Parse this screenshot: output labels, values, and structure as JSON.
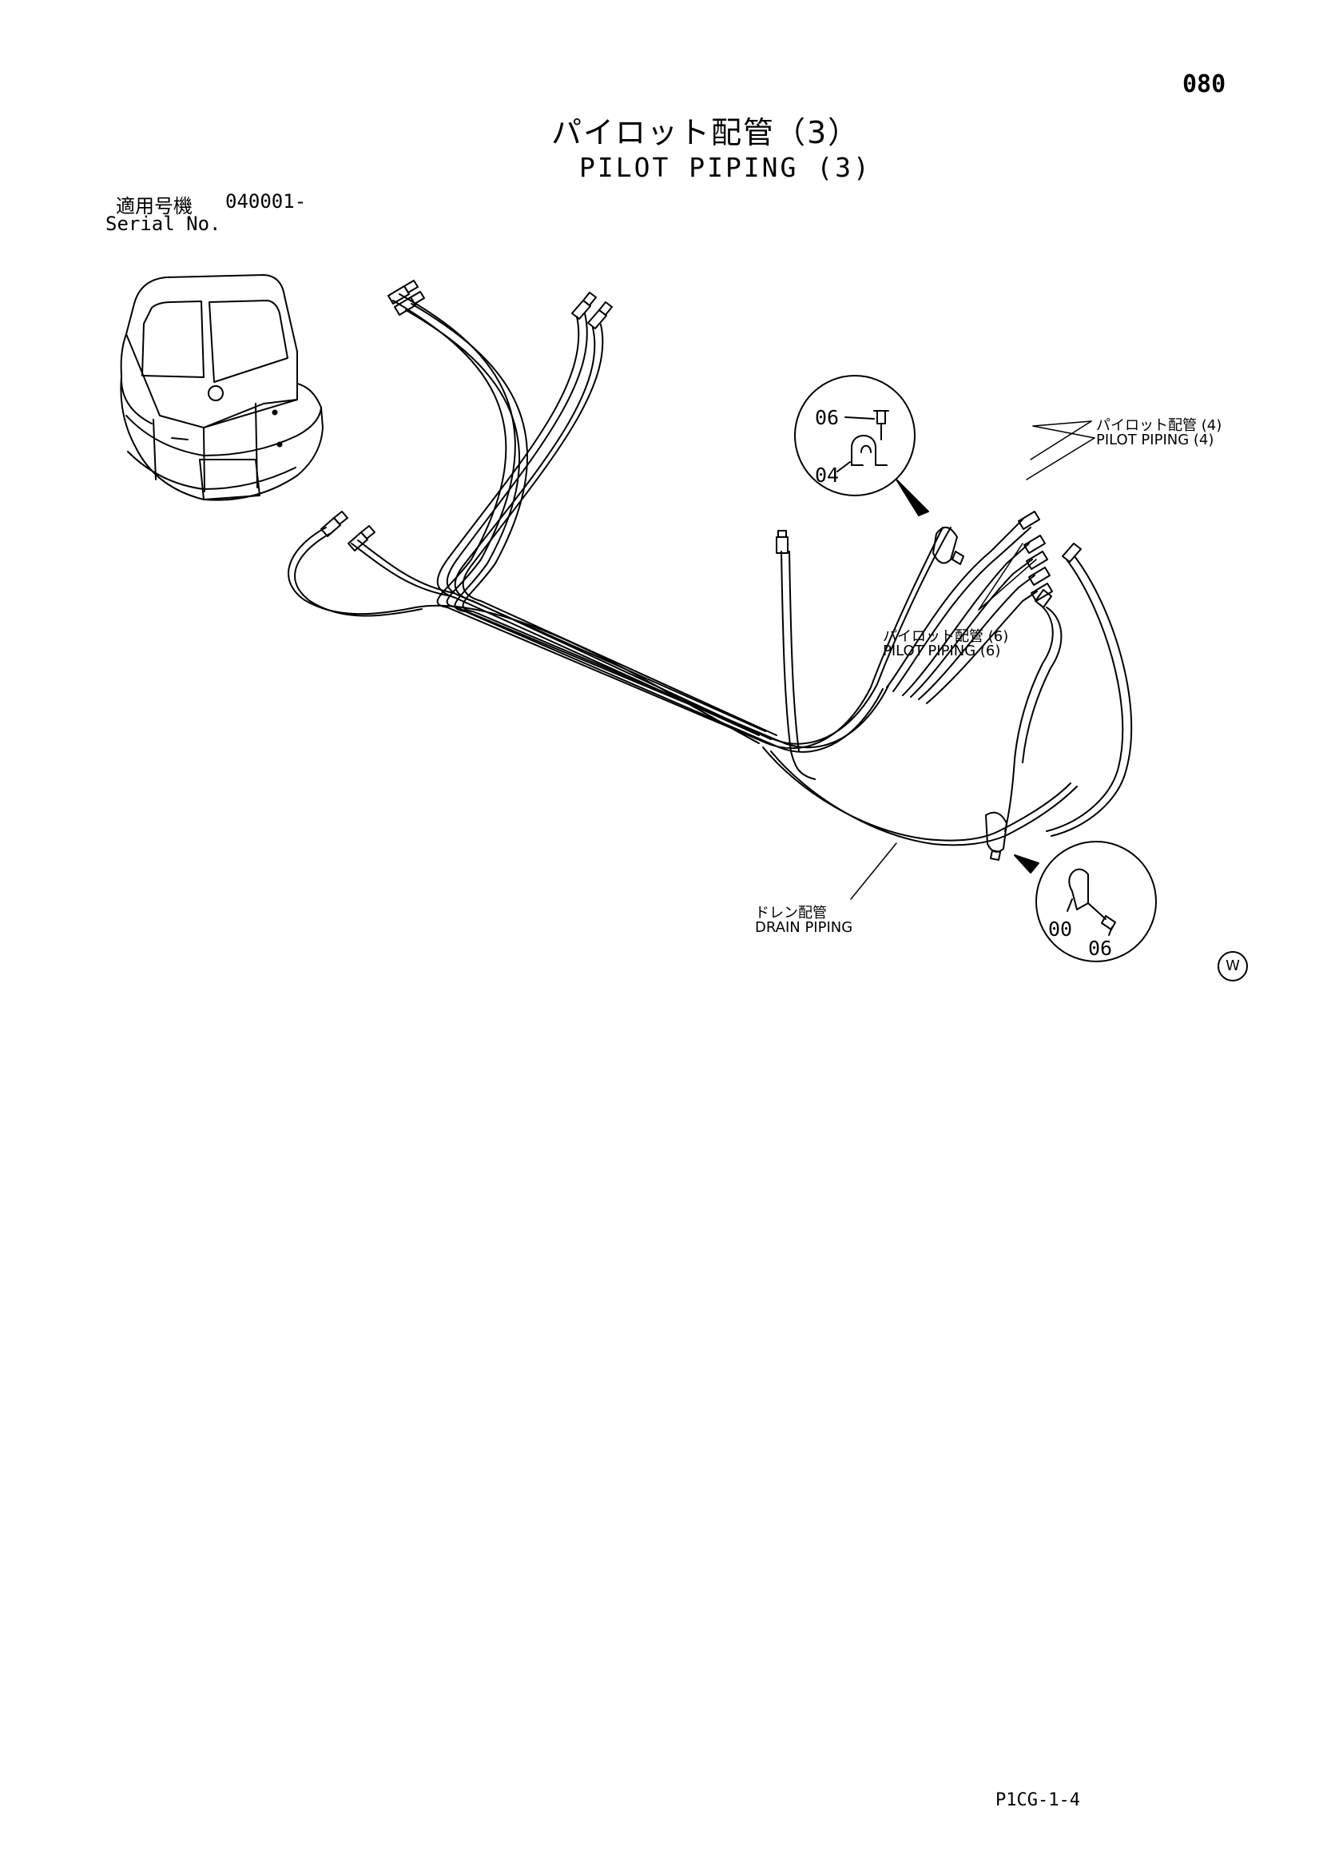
{
  "page_number": "080",
  "title": {
    "japanese": "パイロット配管（3）",
    "english": "PILOT PIPING (3)"
  },
  "serial": {
    "label_japanese": "適用号機",
    "number": "040001-",
    "label_english": "Serial No."
  },
  "callouts": {
    "pilot_piping_4": {
      "japanese": "パイロット配管 (4)",
      "english": "PILOT PIPING (4)"
    },
    "pilot_piping_6": {
      "japanese": "パイロット配管 (6)",
      "english": "PILOT PIPING (6)"
    },
    "drain_piping": {
      "japanese": "ドレン配管",
      "english": "DRAIN PIPING"
    }
  },
  "part_numbers": {
    "upper_bolt": "06",
    "upper_clamp": "04",
    "lower_clamp": "00",
    "lower_bolt": "06"
  },
  "mark": "W",
  "footer_code": "P1CG-1-4"
}
